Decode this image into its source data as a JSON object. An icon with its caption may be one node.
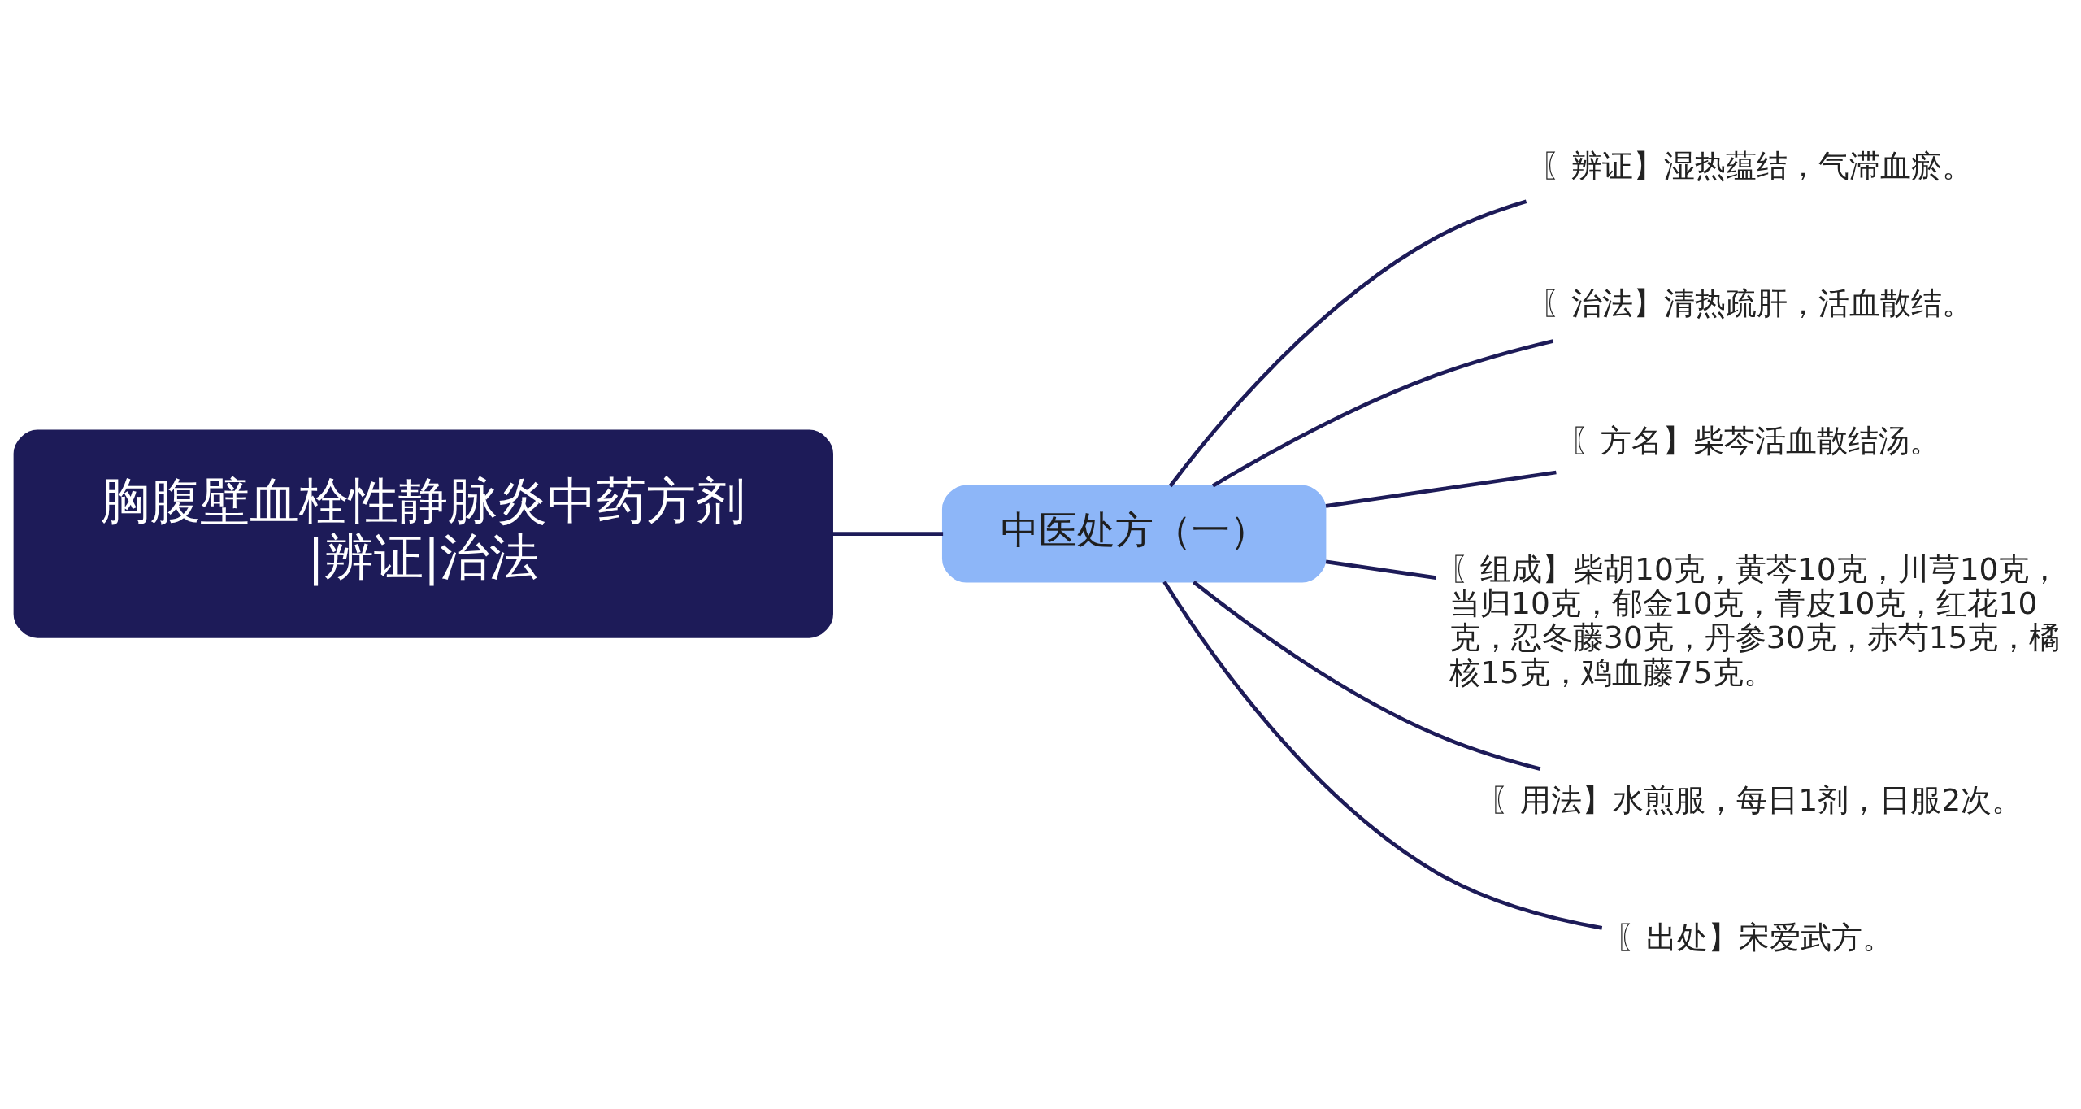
{
  "diagram": {
    "nodes": [
      {
        "text": [
          "胸腹壁血栓性静脉炎中药方剂|辨证|治法"
        ]
      },
      {
        "text": [
          "中医处方（一）"
        ]
      },
      {
        "text": [
          "〖辨证】湿热蕴结，气滞血瘀。"
        ]
      },
      {
        "text": [
          "〖治法】清热疏肝，活血散结。"
        ]
      },
      {
        "text": [
          "〖方名】柴芩活血散结汤。"
        ]
      },
      {
        "text": [
          "〖组成】柴胡10克，黄芩10克，川芎10克，当归10克，郁金10克，青皮10克，红花10克，忍冬藤30克，丹参30克，赤芍15克，橘核15克，鸡血藤75克。"
        ]
      },
      {
        "text": [
          "〖用法】水煎服，每日1剂，日服2次。"
        ]
      },
      {
        "text": [
          "〖出处】宋爱武方。"
        ]
      }
    ],
    "edges": [
      {
        "from": 0,
        "to": 1,
        "arrow": "none"
      },
      {
        "from": 1,
        "to": 2,
        "arrow": "none"
      },
      {
        "from": 1,
        "to": 3,
        "arrow": "none"
      },
      {
        "from": 1,
        "to": 4,
        "arrow": "none"
      },
      {
        "from": 1,
        "to": 5,
        "arrow": "none"
      },
      {
        "from": 1,
        "to": 6,
        "arrow": "none"
      },
      {
        "from": 1,
        "to": 7,
        "arrow": "none"
      }
    ]
  }
}
